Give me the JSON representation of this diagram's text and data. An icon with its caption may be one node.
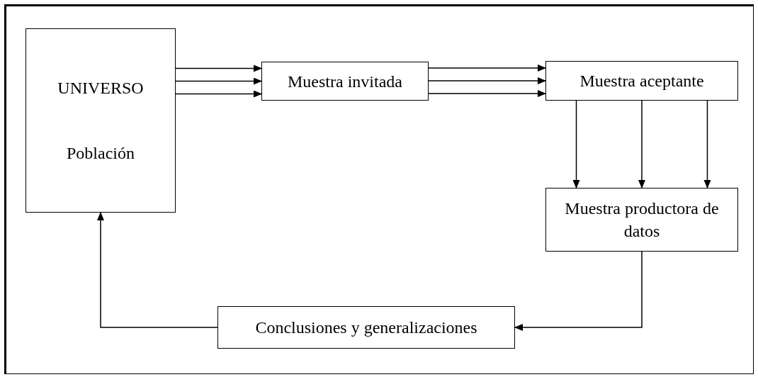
{
  "diagram": {
    "nodes": [
      {
        "text": [
          "UNIVERSO",
          "Población"
        ]
      },
      {
        "text": [
          "Muestra invitada"
        ]
      },
      {
        "text": [
          "Muestra aceptante"
        ]
      },
      {
        "text": [
          "Muestra productora de datos"
        ]
      },
      {
        "text": [
          "Conclusiones y generalizaciones"
        ]
      }
    ],
    "edges": [
      {
        "from": 0,
        "to": 1,
        "arrow": "to"
      },
      {
        "from": 0,
        "to": 1,
        "arrow": "to"
      },
      {
        "from": 0,
        "to": 1,
        "arrow": "to"
      },
      {
        "from": 1,
        "to": 2,
        "arrow": "to"
      },
      {
        "from": 1,
        "to": 2,
        "arrow": "to"
      },
      {
        "from": 1,
        "to": 2,
        "arrow": "to"
      },
      {
        "from": 2,
        "to": 3,
        "arrow": "to"
      },
      {
        "from": 2,
        "to": 3,
        "arrow": "to"
      },
      {
        "from": 2,
        "to": 3,
        "arrow": "to"
      },
      {
        "from": 3,
        "to": 4,
        "arrow": "to"
      },
      {
        "from": 4,
        "to": 0,
        "arrow": "to"
      }
    ]
  }
}
